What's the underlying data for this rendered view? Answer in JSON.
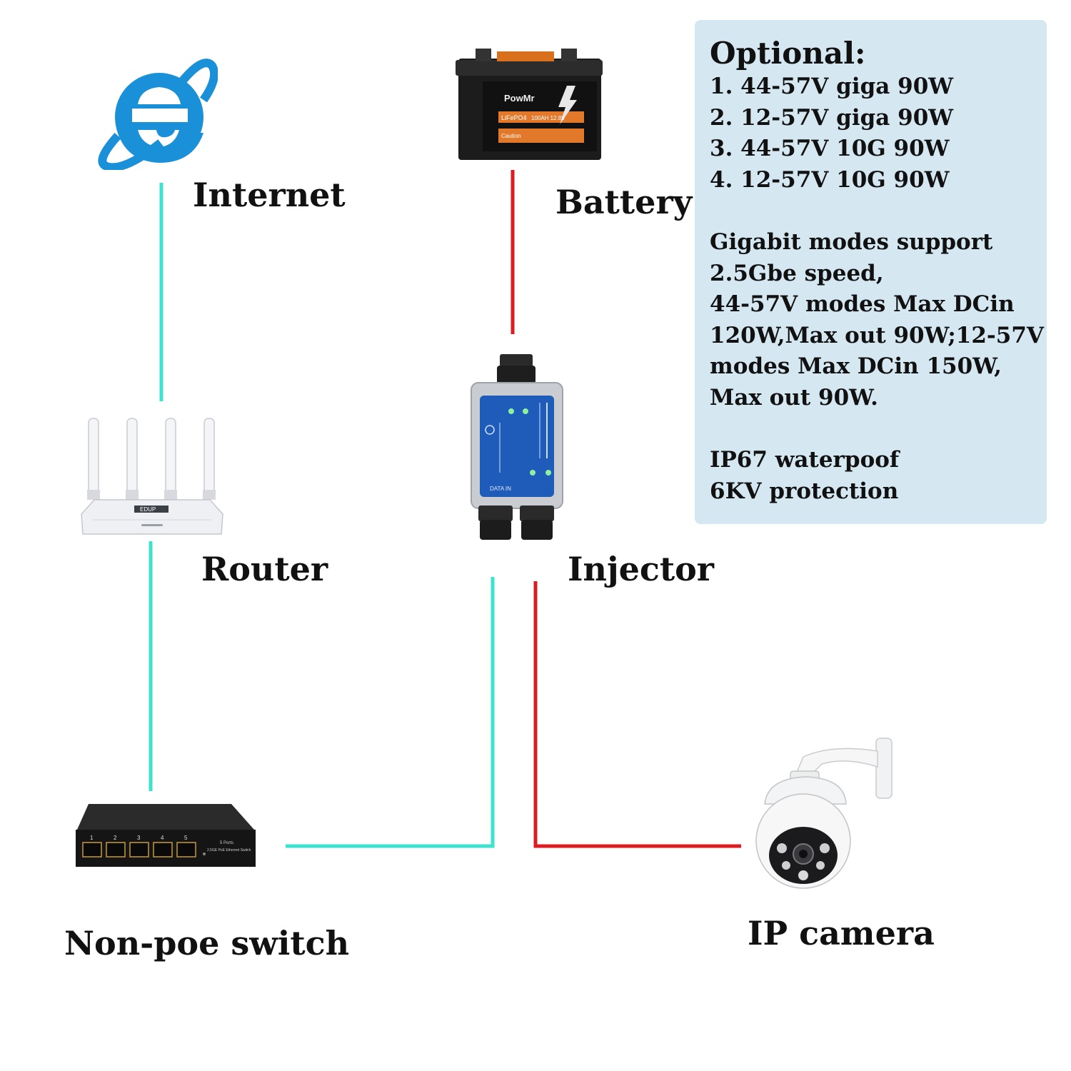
{
  "labels": {
    "internet": "Internet",
    "battery": "Battery",
    "router": "Router",
    "injector": "Injector",
    "switch": "Non-poe switch",
    "camera": "IP camera"
  },
  "info": {
    "title": "Optional:",
    "options": [
      "1. 44-57V giga 90W",
      "2. 12-57V giga 90W",
      "3. 44-57V 10G 90W",
      "4. 12-57V 10G 90W"
    ],
    "notes": [
      "Gigabit modes support",
      "2.5Gbe speed,",
      "44-57V modes Max DCin",
      "120W,Max out 90W;12-57V",
      "modes Max DCin 150W,",
      "Max out 90W."
    ],
    "features": [
      "IP67 waterpoof",
      "6KV protection"
    ]
  },
  "devices": {
    "battery": {
      "brand": "PowMr",
      "chem": "LiFePO4",
      "spec": "100AH 12.8V",
      "caution": "Caution"
    },
    "router": {
      "badge": "EDUP"
    },
    "injector": {
      "port_in": "DATA IN"
    },
    "switch": {
      "ports": [
        "1",
        "2",
        "3",
        "4",
        "5"
      ],
      "model": "2.5GE PoE Ethernet Switch",
      "ports_label": "5 Ports"
    }
  },
  "colors": {
    "data_line": "#3de3cf",
    "power_line": "#dd1c22",
    "info_bg": "#d5e7f1",
    "ie_blue": "#1a90d9",
    "injector_blue": "#1f5bb8"
  },
  "icons": [
    "internet-explorer-icon",
    "battery-icon",
    "router-icon",
    "injector-icon",
    "switch-icon",
    "ptz-camera-icon"
  ]
}
